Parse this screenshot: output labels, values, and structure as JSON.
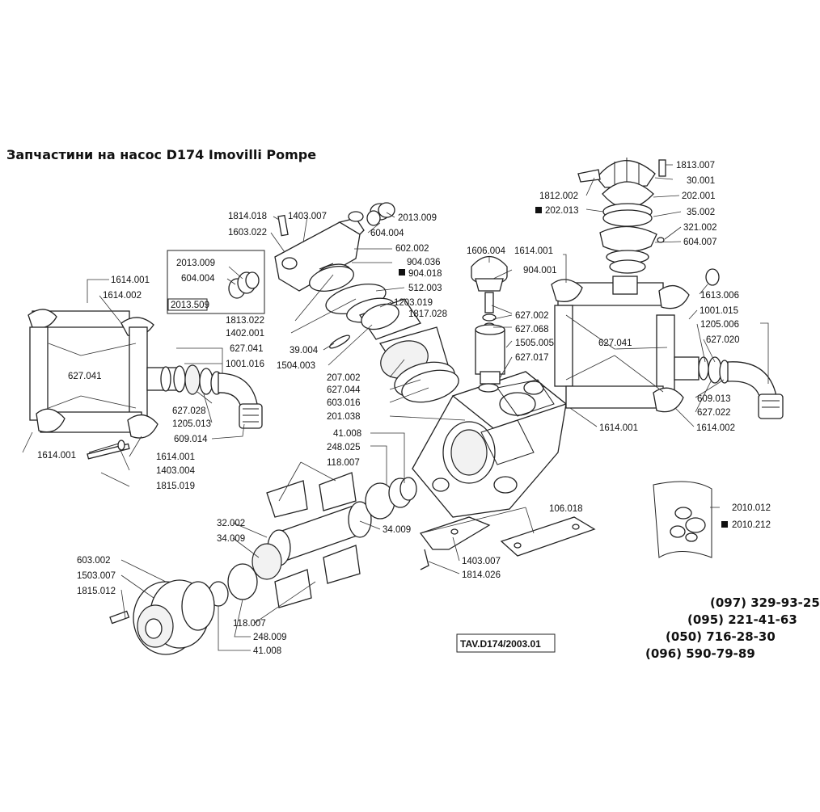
{
  "title": "Запчастини на насос D174 Imovilli Pompe",
  "drawing_code": "TAV.D174/2003.01",
  "phones": [
    "(097) 329-93-25",
    "(095) 221-41-63",
    "(050) 716-28-30",
    "(096) 590-79-89"
  ],
  "labels": {
    "l01": "1814.018",
    "l02": "1403.007",
    "l03": "1603.022",
    "l04": "2013.009",
    "l05": "604.004",
    "l06": "602.002",
    "l07": "904.036",
    "l08": "904.018",
    "l09": "512.003",
    "l10": "1203.019",
    "l11": "1813.022",
    "l12": "1402.001",
    "l13": "2013.009",
    "l14": "604.004",
    "l15": "2013.509",
    "l16": "39.004",
    "l17": "1504.003",
    "l18": "207.002",
    "l19": "627.044",
    "l20": "603.016",
    "l21": "201.038",
    "l22": "1614.001",
    "l23": "1614.002",
    "l24": "627.041",
    "l25": "627.041",
    "l26": "1001.016",
    "l27": "627.028",
    "l28": "1205.013",
    "l29": "609.014",
    "l30": "1614.001",
    "l31": "1614.001",
    "l32": "1403.004",
    "l33": "1815.019",
    "l34": "1606.004",
    "l35": "1614.001",
    "l36": "904.001",
    "l37": "1817.028",
    "l38": "627.002",
    "l39": "627.068",
    "l40": "1505.005",
    "l41": "627.017",
    "l42": "1813.007",
    "l43": "30.001",
    "l44": "1812.002",
    "l45": "202.001",
    "l46": "202.013",
    "l47": "35.002",
    "l48": "321.002",
    "l49": "604.007",
    "l50": "1613.006",
    "l51": "1001.015",
    "l52": "1205.006",
    "l53": "627.041",
    "l54": "627.020",
    "l55": "609.013",
    "l56": "627.022",
    "l57": "1614.001",
    "l58": "1614.002",
    "l59": "41.008",
    "l60": "248.025",
    "l61": "118.007",
    "l62": "106.018",
    "l63": "32.002",
    "l64": "34.009",
    "l65": "34.009",
    "l66": "1403.007",
    "l67": "1814.026",
    "l68": "2010.012",
    "l69": "2010.212",
    "l70": "603.002",
    "l71": "1503.007",
    "l72": "1815.012",
    "l73": "118.007",
    "l74": "248.009",
    "l75": "41.008"
  }
}
